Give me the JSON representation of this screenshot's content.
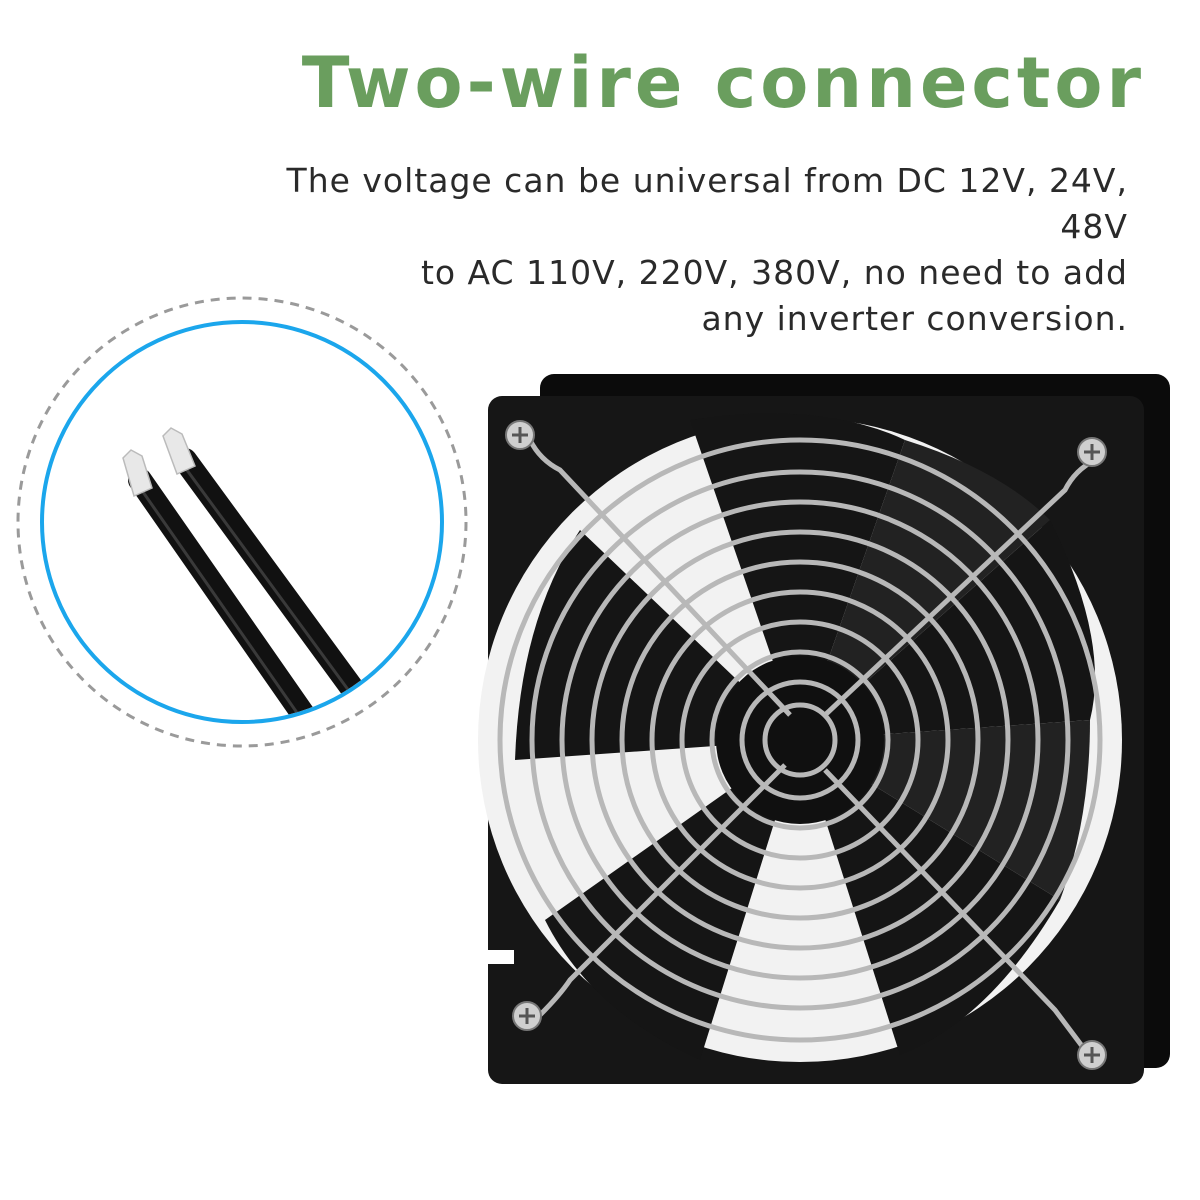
{
  "heading": {
    "title": "Two-wire connector",
    "description_lines": [
      "The voltage can be universal from DC 12V, 24V, 48V",
      "to AC 110V, 220V, 380V, no need to add",
      "any inverter conversion."
    ]
  },
  "colors": {
    "title_green": "#6a9e5e",
    "text_dark": "#2a2a2a",
    "circle_blue": "#1ba6ec",
    "dashed_gray": "#9a9a9a",
    "fan_black": "#141414",
    "grill_silver": "#b8b8b8"
  },
  "graphics": {
    "wire_callout": "two-wire-lead-closeup",
    "product": "axial-cooling-fan-with-wire-grill"
  }
}
